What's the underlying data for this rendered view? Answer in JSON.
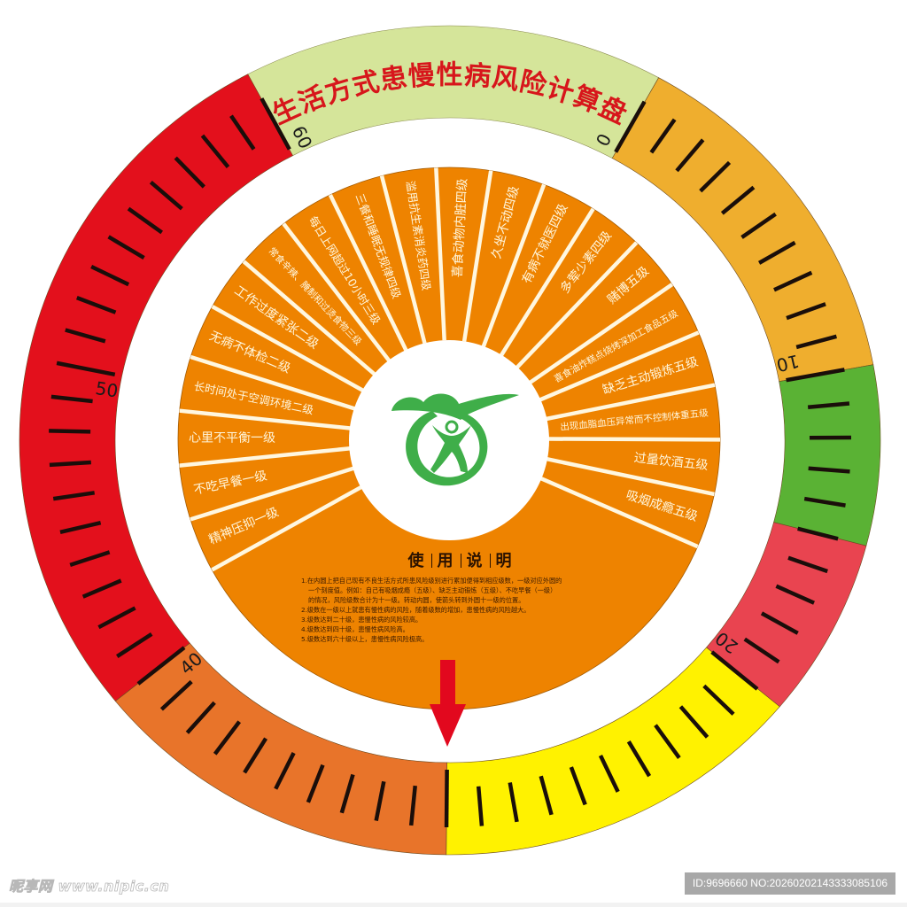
{
  "title": "生活方式患慢性病风险计算盘",
  "colors": {
    "title_text": "#d7161b",
    "title_band": "#d5e59a",
    "inner_disc": "#ee8300",
    "wedge_divider": "#fff7e0",
    "wedge_text": "#fff6dc",
    "arrow": "#e2081e",
    "tick": "#1a0e0a",
    "logo_green": "#3fae49"
  },
  "outer_dial": {
    "scale_min": 0,
    "scale_max": 60,
    "labels": [
      {
        "value": 0,
        "text": "0"
      },
      {
        "value": 10,
        "text": "10"
      },
      {
        "value": 20,
        "text": "20"
      },
      {
        "value": 40,
        "text": "40"
      },
      {
        "value": 50,
        "text": "50"
      },
      {
        "value": 60,
        "text": "60"
      }
    ],
    "segments": [
      {
        "from": 0,
        "to": 10,
        "color": "#efae2e",
        "name": "low-risk-amber"
      },
      {
        "from": 10,
        "to": 15,
        "color": "#5ab234",
        "name": "green"
      },
      {
        "from": 15,
        "to": 20,
        "color": "#e94450",
        "name": "pink-red"
      },
      {
        "from": 20,
        "to": 30,
        "color": "#fff200",
        "name": "yellow"
      },
      {
        "from": 30,
        "to": 40,
        "color": "#e8742a",
        "name": "orange"
      },
      {
        "from": 40,
        "to": 60,
        "color": "#e3101c",
        "name": "red"
      }
    ]
  },
  "inner_disc": {
    "wedges": [
      {
        "label": "精神压抑一级",
        "level": 1
      },
      {
        "label": "不吃早餐一级",
        "level": 1
      },
      {
        "label": "心里不平衡一级",
        "level": 1
      },
      {
        "label": "长时间处于空调环境二级",
        "level": 2
      },
      {
        "label": "无病不体检二级",
        "level": 2
      },
      {
        "label": "工作过度紧张二级",
        "level": 2
      },
      {
        "label": "常食辛辣、腌制和过烫食物三级",
        "level": 3
      },
      {
        "label": "每日上网超过10小时三级",
        "level": 3
      },
      {
        "label": "三餐和睡眠无规律四级",
        "level": 4
      },
      {
        "label": "滥用抗生素消炎药四级",
        "level": 4
      },
      {
        "label": "喜食动物内脏四级",
        "level": 4
      },
      {
        "label": "久坐不动四级",
        "level": 4
      },
      {
        "label": "有病不就医四级",
        "level": 4
      },
      {
        "label": "多荤少素四级",
        "level": 4
      },
      {
        "label": "赌博五级",
        "level": 5
      },
      {
        "label": "喜食油炸糕点烧烤深加工食品五级",
        "level": 5
      },
      {
        "label": "缺乏主动锻炼五级",
        "level": 5
      },
      {
        "label": "出现血脂血压异常而不控制体重五级",
        "level": 5
      },
      {
        "label": "过量饮酒五级",
        "level": 5
      },
      {
        "label": "吸烟成瘾五级",
        "level": 5
      }
    ],
    "logo": "health-runner-logo"
  },
  "instructions": {
    "heading_chars": [
      "使",
      "用",
      "说",
      "明"
    ],
    "lines": [
      {
        "text": "1.在内圆上把自己现有不良生活方式所患风险级别进行累加便得到相应级数，一级对应外圆的",
        "indent": false
      },
      {
        "text": "一个刻度值。例如：自己有吸烟成瘾（五级）、缺乏主动锻炼（五级）、不吃早餐（一级）",
        "indent": true
      },
      {
        "text": "的情况，风险级数合计为十一级。转动内圆，使箭头转到外圆十一级的位置。",
        "indent": true
      },
      {
        "text": "2.级数在一级以上就患有慢性病的风险，随着级数的增加，患慢性病的风险越大。",
        "indent": false
      },
      {
        "text": "3.级数达到二十级，患慢性病的风险较高。",
        "indent": false
      },
      {
        "text": "4.级数达到四十级，患慢性病风险高。",
        "indent": false
      },
      {
        "text": "5.级数达到六十级以上，患慢性病风险极高。",
        "indent": false
      }
    ]
  },
  "watermark": {
    "left": "昵享网 www.nipic.cn",
    "right": "ID:9696660 NO:20260202143333085106"
  }
}
